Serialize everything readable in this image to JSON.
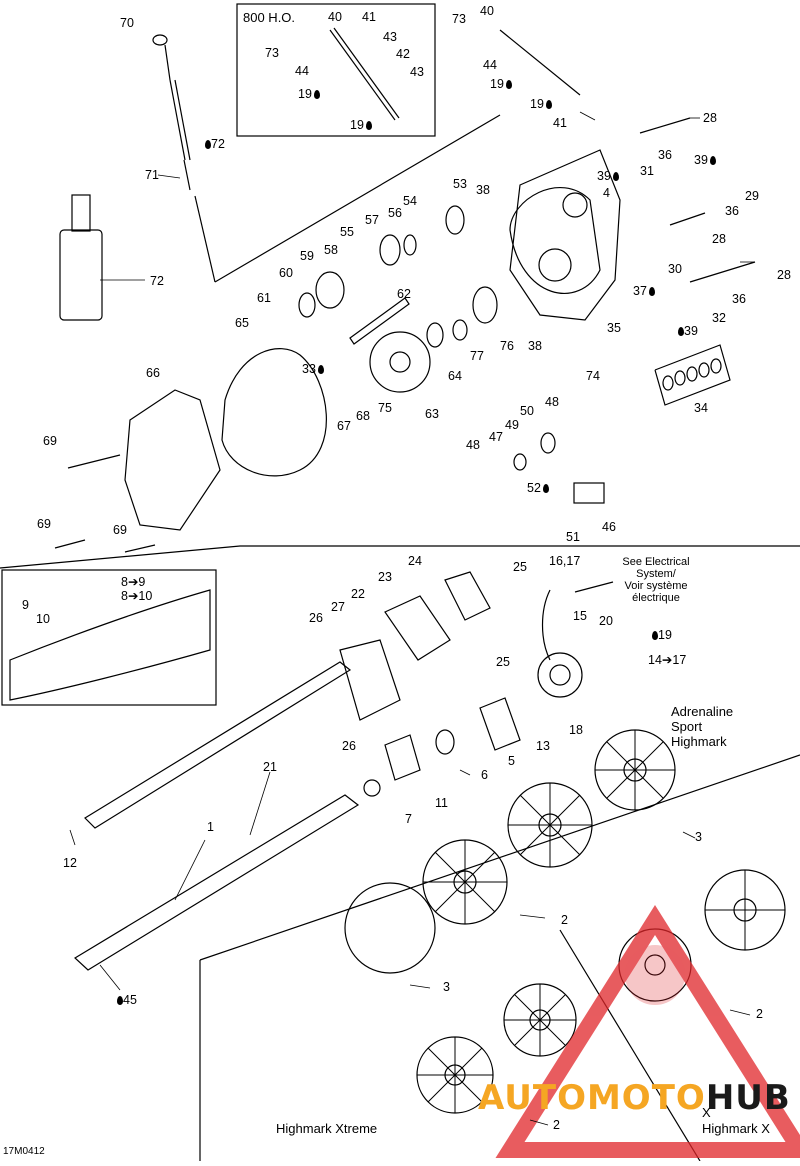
{
  "figure_code": "17M0412",
  "box_title": "800 H.O.",
  "notes": {
    "electrical": [
      "See Electrical",
      "System/",
      "Voir système",
      "électrique"
    ]
  },
  "variants": {
    "adrenaline": [
      "Adrenaline",
      "Sport",
      "Highmark"
    ],
    "xtreme": "Highmark Xtreme",
    "x": "Highmark X",
    "x_short": "X"
  },
  "watermark": {
    "part1": "AUTOMOTO",
    "part2": "HUB",
    "colors": {
      "triangle": "#e0262a",
      "auto": "#f5a623",
      "hub": "#1a1a1a"
    }
  },
  "callouts": {
    "c70": "70",
    "c40a": "40",
    "c41a": "41",
    "c43a": "43",
    "c42": "42",
    "c43b": "43",
    "c73a": "73",
    "c44a": "44",
    "c19a": "19",
    "c19b": "19",
    "c73b": "73",
    "c40b": "40",
    "c44b": "44",
    "c19c": "19",
    "c19d": "19",
    "c41b": "41",
    "c72a": "72",
    "c71": "71",
    "c72b": "72",
    "c28a": "28",
    "c36a": "36",
    "c31": "31",
    "c39a": "39",
    "c39b": "39",
    "c29": "29",
    "c36b": "36",
    "c4": "4",
    "c28b": "28",
    "c30": "30",
    "c28c": "28",
    "c37": "37",
    "c36c": "36",
    "c32": "32",
    "c39c": "39",
    "c35": "35",
    "c38a": "38",
    "c38b": "38",
    "c53": "53",
    "c54": "54",
    "c56": "56",
    "c57": "57",
    "c55": "55",
    "c58": "58",
    "c59": "59",
    "c60": "60",
    "c61": "61",
    "c62": "62",
    "c65": "65",
    "c76": "76",
    "c77": "77",
    "c64": "64",
    "c74": "74",
    "c34": "34",
    "c33": "33",
    "c75": "75",
    "c68": "68",
    "c67": "67",
    "c63": "63",
    "c66": "66",
    "c69a": "69",
    "c69b": "69",
    "c69c": "69",
    "c48a": "48",
    "c50": "50",
    "c47": "47",
    "c49": "49",
    "c48b": "48",
    "c52": "52",
    "c46": "46",
    "c51": "51",
    "c9": "9",
    "c10": "10",
    "c89": "8➔9",
    "c810": "8➔10",
    "c24": "24",
    "c23": "23",
    "c25a": "25",
    "c1617": "16,17",
    "c15": "15",
    "c27": "27",
    "c22": "22",
    "c26a": "26",
    "c20": "20",
    "c19e": "19",
    "c1417": "14➔17",
    "c25b": "25",
    "c26b": "26",
    "c18": "18",
    "c13": "13",
    "c5": "5",
    "c21": "21",
    "c6": "6",
    "c11": "11",
    "c7": "7",
    "c1": "1",
    "c12": "12",
    "c3a": "3",
    "c2a": "2",
    "c3b": "3",
    "c45": "45",
    "c2b": "2",
    "c2c": "2"
  }
}
